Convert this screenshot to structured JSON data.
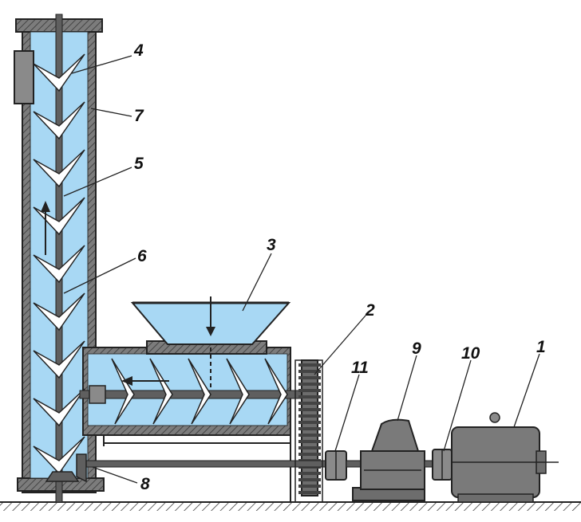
{
  "colors": {
    "fluid": "#a8d8f4",
    "metal": "#8a8a8a",
    "metal_dark": "#5f5f5f",
    "steel": "#6d6d6d",
    "ink": "#222222",
    "white": "#ffffff"
  },
  "labels": [
    {
      "id": "1",
      "text": "1"
    },
    {
      "id": "2",
      "text": "2"
    },
    {
      "id": "3",
      "text": "3"
    },
    {
      "id": "4",
      "text": "4"
    },
    {
      "id": "5",
      "text": "5"
    },
    {
      "id": "6",
      "text": "6"
    },
    {
      "id": "7",
      "text": "7"
    },
    {
      "id": "8",
      "text": "8"
    },
    {
      "id": "9",
      "text": "9"
    },
    {
      "id": "10",
      "text": "10"
    },
    {
      "id": "11",
      "text": "11"
    }
  ]
}
